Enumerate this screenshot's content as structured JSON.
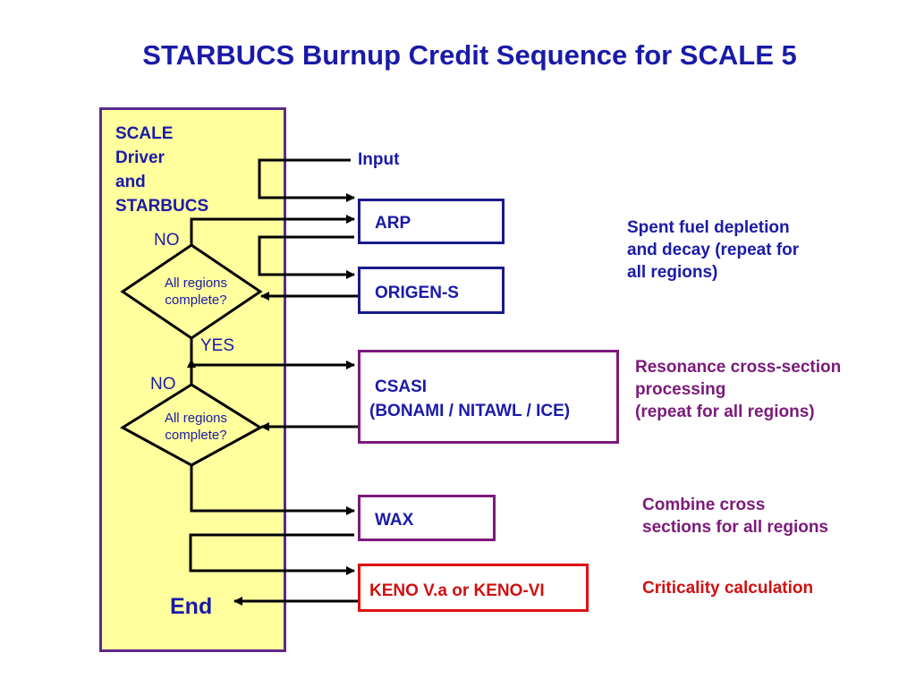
{
  "title": "STARBUCS Burnup Credit Sequence for SCALE 5",
  "driver": {
    "lines": [
      "SCALE",
      "Driver",
      "and",
      "STARBUCS"
    ]
  },
  "input_label": "Input",
  "boxes": {
    "arp": "ARP",
    "origen": "ORIGEN-S",
    "csasi": "CSASI",
    "csasi_sub": "(BONAMI / NITAWL / ICE)",
    "wax": "WAX",
    "keno": "KENO V.a or KENO-VI"
  },
  "decisions": {
    "first": {
      "no": "NO",
      "text": [
        "All regions",
        "complete?"
      ],
      "yes": "YES"
    },
    "second": {
      "no": "NO",
      "text": [
        "All regions",
        "complete?"
      ]
    }
  },
  "end_label": "End",
  "notes": {
    "depletion": [
      "Spent fuel depletion",
      "and decay (repeat for",
      "all regions)"
    ],
    "resonance": [
      "Resonance cross-section",
      "processing",
      "(repeat for all regions)"
    ],
    "combine": [
      "Combine cross",
      "sections for all regions"
    ],
    "criticality": [
      "Criticality calculation"
    ]
  },
  "colors": {
    "title": "#1a1aa8",
    "panel_fill": "#ffff9e",
    "panel_border": "#5b2a8c",
    "depletion_note": "#1a1aa8",
    "resonance_note": "#7b1a7b",
    "criticality": "#e01010"
  }
}
